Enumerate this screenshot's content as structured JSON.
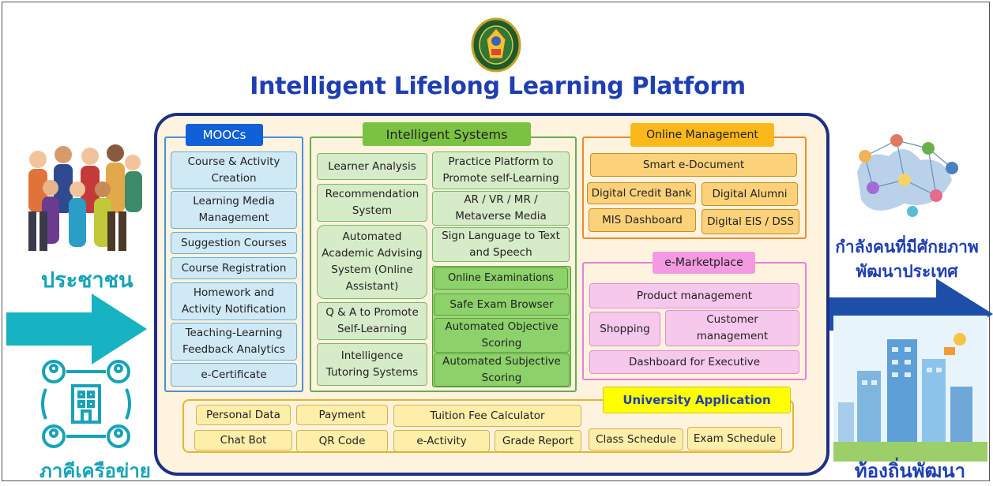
{
  "title": "Intelligent Lifelong Learning Platform",
  "left": {
    "people_label": "ประชาชน",
    "network_label": "ภาคีเครือข่าย"
  },
  "right": {
    "workforce_label_line1": "กำลังคนที่มีศักยภาพ",
    "workforce_label_line2": "พัฒนาประเทศ",
    "local_label": "ท้องถิ่นพัฒนา"
  },
  "moocs": {
    "header": "MOOCs",
    "items": [
      "Course & Activity Creation",
      "Learning Media Management",
      "Suggestion Courses",
      "Course Registration",
      "Homework and Activity Notification",
      "Teaching-Learning Feedback Analytics",
      "e-Certificate"
    ]
  },
  "intelligent": {
    "header": "Intelligent Systems",
    "left_items": [
      "Learner Analysis",
      "Recommendation System",
      "Automated Academic Advising System (Online Assistant)",
      "Q & A to Promote Self-Learning",
      "Intelligence Tutoring Systems"
    ],
    "right_items": [
      "Practice Platform to Promote self-Learning",
      "AR / VR / MR / Metaverse Media",
      "Sign Language to Text and Speech"
    ],
    "online_exam": {
      "header": "Online Examinations",
      "items": [
        "Safe Exam Browser",
        "Automated Objective Scoring",
        "Automated Subjective Scoring"
      ]
    }
  },
  "online_mgmt": {
    "header": "Online Management",
    "items": [
      "Smart e-Document",
      "Digital Credit Bank",
      "Digital Alumni",
      "MIS Dashboard",
      "Digital EIS / DSS"
    ]
  },
  "emarket": {
    "header": "e-Marketplace",
    "items": [
      "Product management",
      "Shopping",
      "Customer management",
      "Dashboard for Executive"
    ]
  },
  "uni_app": {
    "header": "University Application",
    "items": [
      "Personal Data",
      "Payment",
      "Tuition Fee Calculator",
      "Chat Bot",
      "QR Code",
      "e-Activity",
      "Grade Report",
      "Class Schedule",
      "Exam Schedule"
    ]
  },
  "colors": {
    "title_blue": "#1f3fb0",
    "frame_navy": "#1e2f86",
    "teal": "#17a2b8",
    "moocs_header": "#1160d8",
    "intelligent_header": "#7cc242",
    "online_mgmt_header": "#fbb81a",
    "emarket_header": "#f39ae0",
    "uni_app_header": "#ffff00"
  }
}
